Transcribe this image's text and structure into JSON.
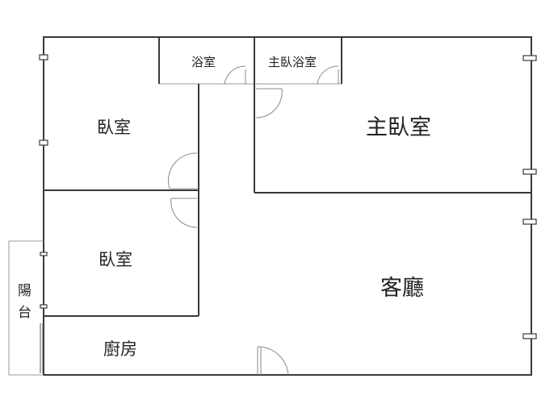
{
  "rooms": {
    "bedroom_top_left": "臥室",
    "bathroom": "浴室",
    "master_bathroom": "主臥浴室",
    "master_bedroom": "主臥室",
    "bedroom_mid_left": "臥室",
    "living_room": "客廳",
    "kitchen": "廚房",
    "balcony_line1": "陽",
    "balcony_line2": "台"
  }
}
